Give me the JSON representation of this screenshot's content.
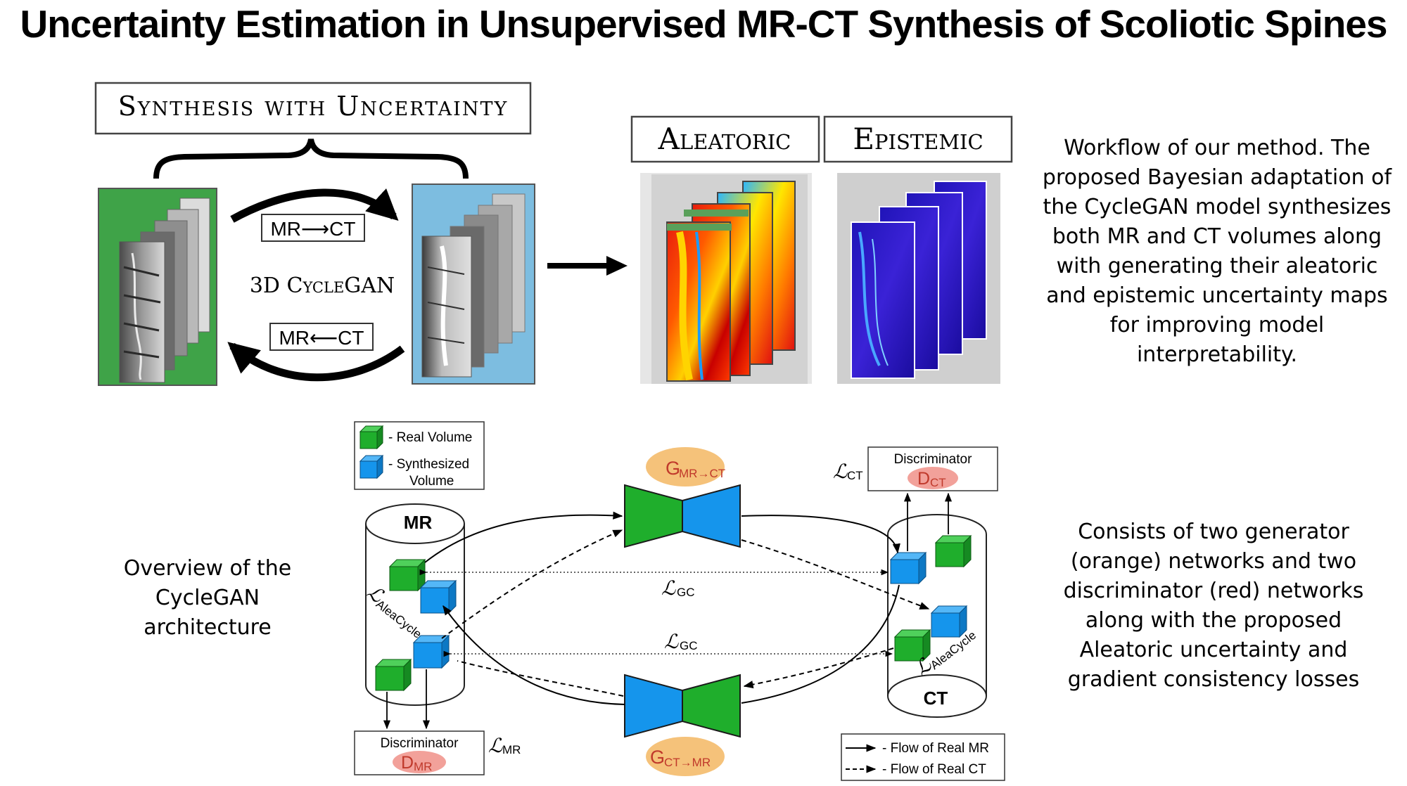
{
  "title": "Uncertainty Estimation in  Unsupervised MR-CT Synthesis of Scoliotic Spines",
  "top_diagram": {
    "synthesis_label": "Synthesis with Uncertainty",
    "mr_to_ct": "MR⟶CT",
    "mr_from_ct": "MR⟵CT",
    "cyclegan_label": "3D CycleGAN",
    "aleatoric_label": "Aleatoric",
    "epistemic_label": "Epistemic"
  },
  "workflow_caption": "Workflow of our method. The proposed Bayesian adaptation of the CycleGAN model synthesizes both MR and CT volumes along with generating their aleatoric and epistemic uncertainty maps for improving model interpretability.",
  "overview_caption": "Overview of the CycleGAN architecture",
  "consists_caption": "Consists of two generator (orange) networks and two discriminator (red) networks along with the proposed Aleatoric uncertainty and gradient consistency losses",
  "architecture": {
    "legend_real": "- Real Volume",
    "legend_synth_1": "- Synthesized",
    "legend_synth_2": "Volume",
    "mr_label": "MR",
    "ct_label": "CT",
    "gen_mr_ct": "G",
    "gen_mr_ct_sub": "MR→CT",
    "gen_ct_mr": "G",
    "gen_ct_mr_sub": "CT→MR",
    "disc_title": "Discriminator",
    "disc_ct": "D",
    "disc_ct_sub": "CT",
    "disc_mr": "D",
    "disc_mr_sub": "MR",
    "loss_symbol": "ℒ",
    "loss_ct_sub": "CT",
    "loss_mr_sub": "MR",
    "loss_gc_sub": "GC",
    "loss_alea_sub": "AleaCycle",
    "flow_real_mr": "- Flow of Real MR",
    "flow_real_ct": "- Flow of Real CT"
  },
  "colors": {
    "mr_green": "#3fa348",
    "ct_blue": "#7dbde0",
    "cube_green": "#1fae2c",
    "cube_blue": "#1595ec",
    "gen_orange": "#f5c27a",
    "disc_red": "#f2a19a"
  }
}
